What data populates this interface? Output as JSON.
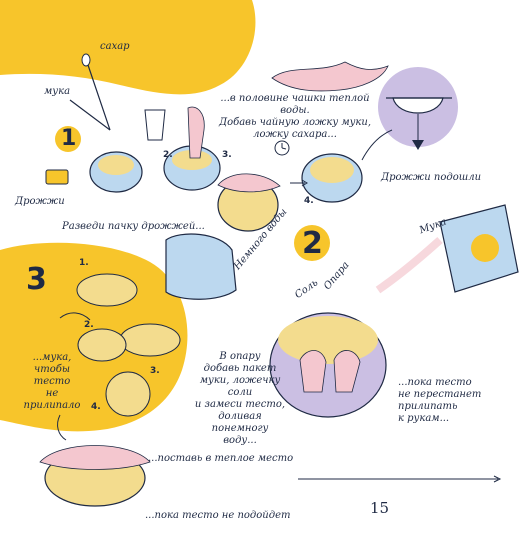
{
  "colors": {
    "yellow": "#f7c52b",
    "ink": "#1f2a44",
    "lavender": "#cbbfe3",
    "water": "#bcd8ef",
    "dough": "#f3dc8e",
    "pink": "#f4c7cf"
  },
  "labels": {
    "sugar": "сахар",
    "flour_small": "мука",
    "yeast": "Дрожжи",
    "step1_note": "...в половине чашки теплой воды.\nДобавь чайную ложку муки,\nложку сахара...",
    "yeast_risen": "Дрожжи подошли",
    "dilute_yeast": "Разведи пачку дрожжей...",
    "some_water": "Немного воды",
    "salt": "Соль",
    "starter": "Опара",
    "flour_bag": "Мука",
    "step3_flour": "...мука,\nчтобы тесто\nне прилипало",
    "step2_note": "В опару\nдобавь пакет\nмуки, ложечку соли\nи замеси тесто,\nдоливая понемногу\nводу...",
    "until_dough": "...пока тесто\nне перестанет\nприлипать\nк рукам...",
    "warm_place": "...поставь в теплое место",
    "until_rise": "...пока тесто не подойдет",
    "page_number": "15"
  },
  "steps": {
    "big1": "1",
    "big2": "2",
    "big3": "3",
    "s1_2": "2.",
    "s1_3": "3.",
    "s1_4": "4.",
    "s3_1": "1.",
    "s3_2": "2.",
    "s3_3": "3.",
    "s3_4": "4."
  }
}
